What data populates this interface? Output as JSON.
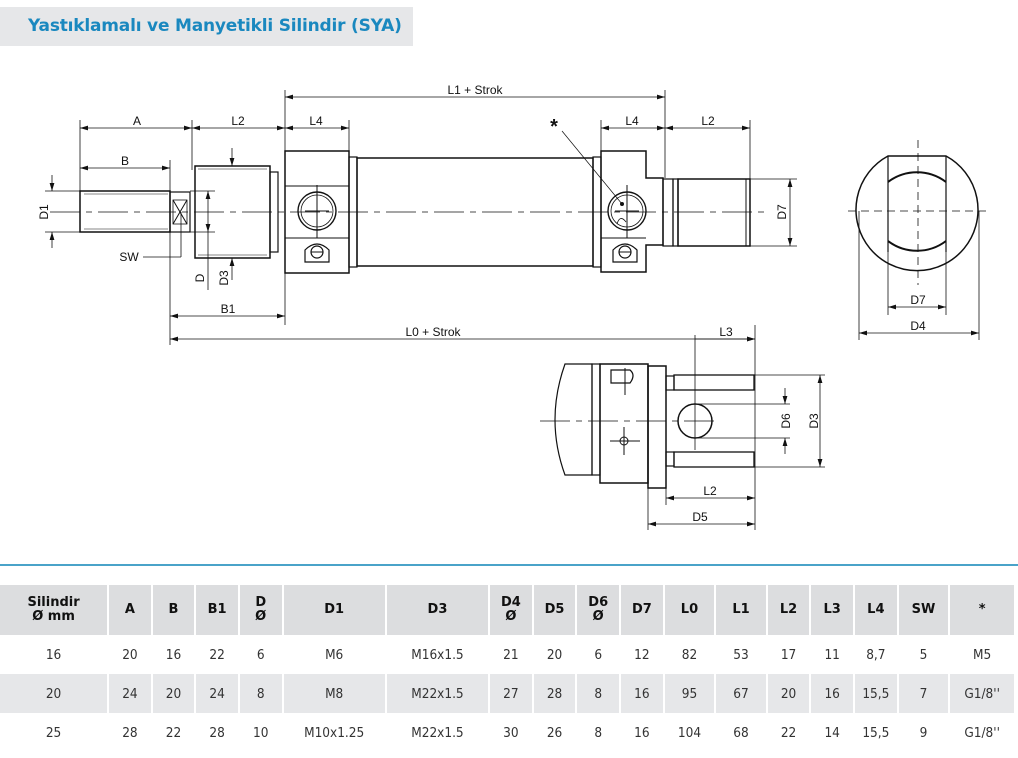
{
  "title": "Yastıklamalı ve Manyetikli Silindir (SYA)",
  "drawing": {
    "labels": {
      "A": "A",
      "B": "B",
      "L2_left": "L2",
      "L4_left": "L4",
      "L1": "L1 + Strok",
      "L4_right": "L4",
      "L2_right": "L2",
      "star": "*",
      "D1": "D1",
      "SW": "SW",
      "D": "D",
      "D3": "D3",
      "B1": "B1",
      "L0": "L0 + Strok",
      "D7": "D7",
      "end_D7": "D7",
      "end_D4": "D4",
      "L3": "L3",
      "D6": "D6",
      "D3_detail": "D3",
      "L2_detail": "L2",
      "D5": "D5"
    }
  },
  "table": {
    "headers": [
      [
        "Silindir",
        "Ø mm"
      ],
      [
        "A"
      ],
      [
        "B"
      ],
      [
        "B1"
      ],
      [
        "D",
        "Ø"
      ],
      [
        "D1"
      ],
      [
        "D3"
      ],
      [
        "D4",
        "Ø"
      ],
      [
        "D5"
      ],
      [
        "D6",
        "Ø"
      ],
      [
        "D7"
      ],
      [
        "L0"
      ],
      [
        "L1"
      ],
      [
        "L2"
      ],
      [
        "L3"
      ],
      [
        "L4"
      ],
      [
        "SW"
      ],
      [
        "*"
      ]
    ],
    "rows": [
      [
        "16",
        "20",
        "16",
        "22",
        "6",
        "M6",
        "M16x1.5",
        "21",
        "20",
        "6",
        "12",
        "82",
        "53",
        "17",
        "11",
        "8,7",
        "5",
        "M5"
      ],
      [
        "20",
        "24",
        "20",
        "24",
        "8",
        "M8",
        "M22x1.5",
        "27",
        "28",
        "8",
        "16",
        "95",
        "67",
        "20",
        "16",
        "15,5",
        "7",
        "G1/8''"
      ],
      [
        "25",
        "28",
        "22",
        "28",
        "10",
        "M10x1.25",
        "M22x1.5",
        "30",
        "26",
        "8",
        "16",
        "104",
        "68",
        "22",
        "14",
        "15,5",
        "9",
        "G1/8''"
      ]
    ]
  },
  "colors": {
    "title": "#1a88bf",
    "rule": "#4aa3c9",
    "header_bg": "#dcdddf",
    "row_shade": "#e6e7e9"
  }
}
